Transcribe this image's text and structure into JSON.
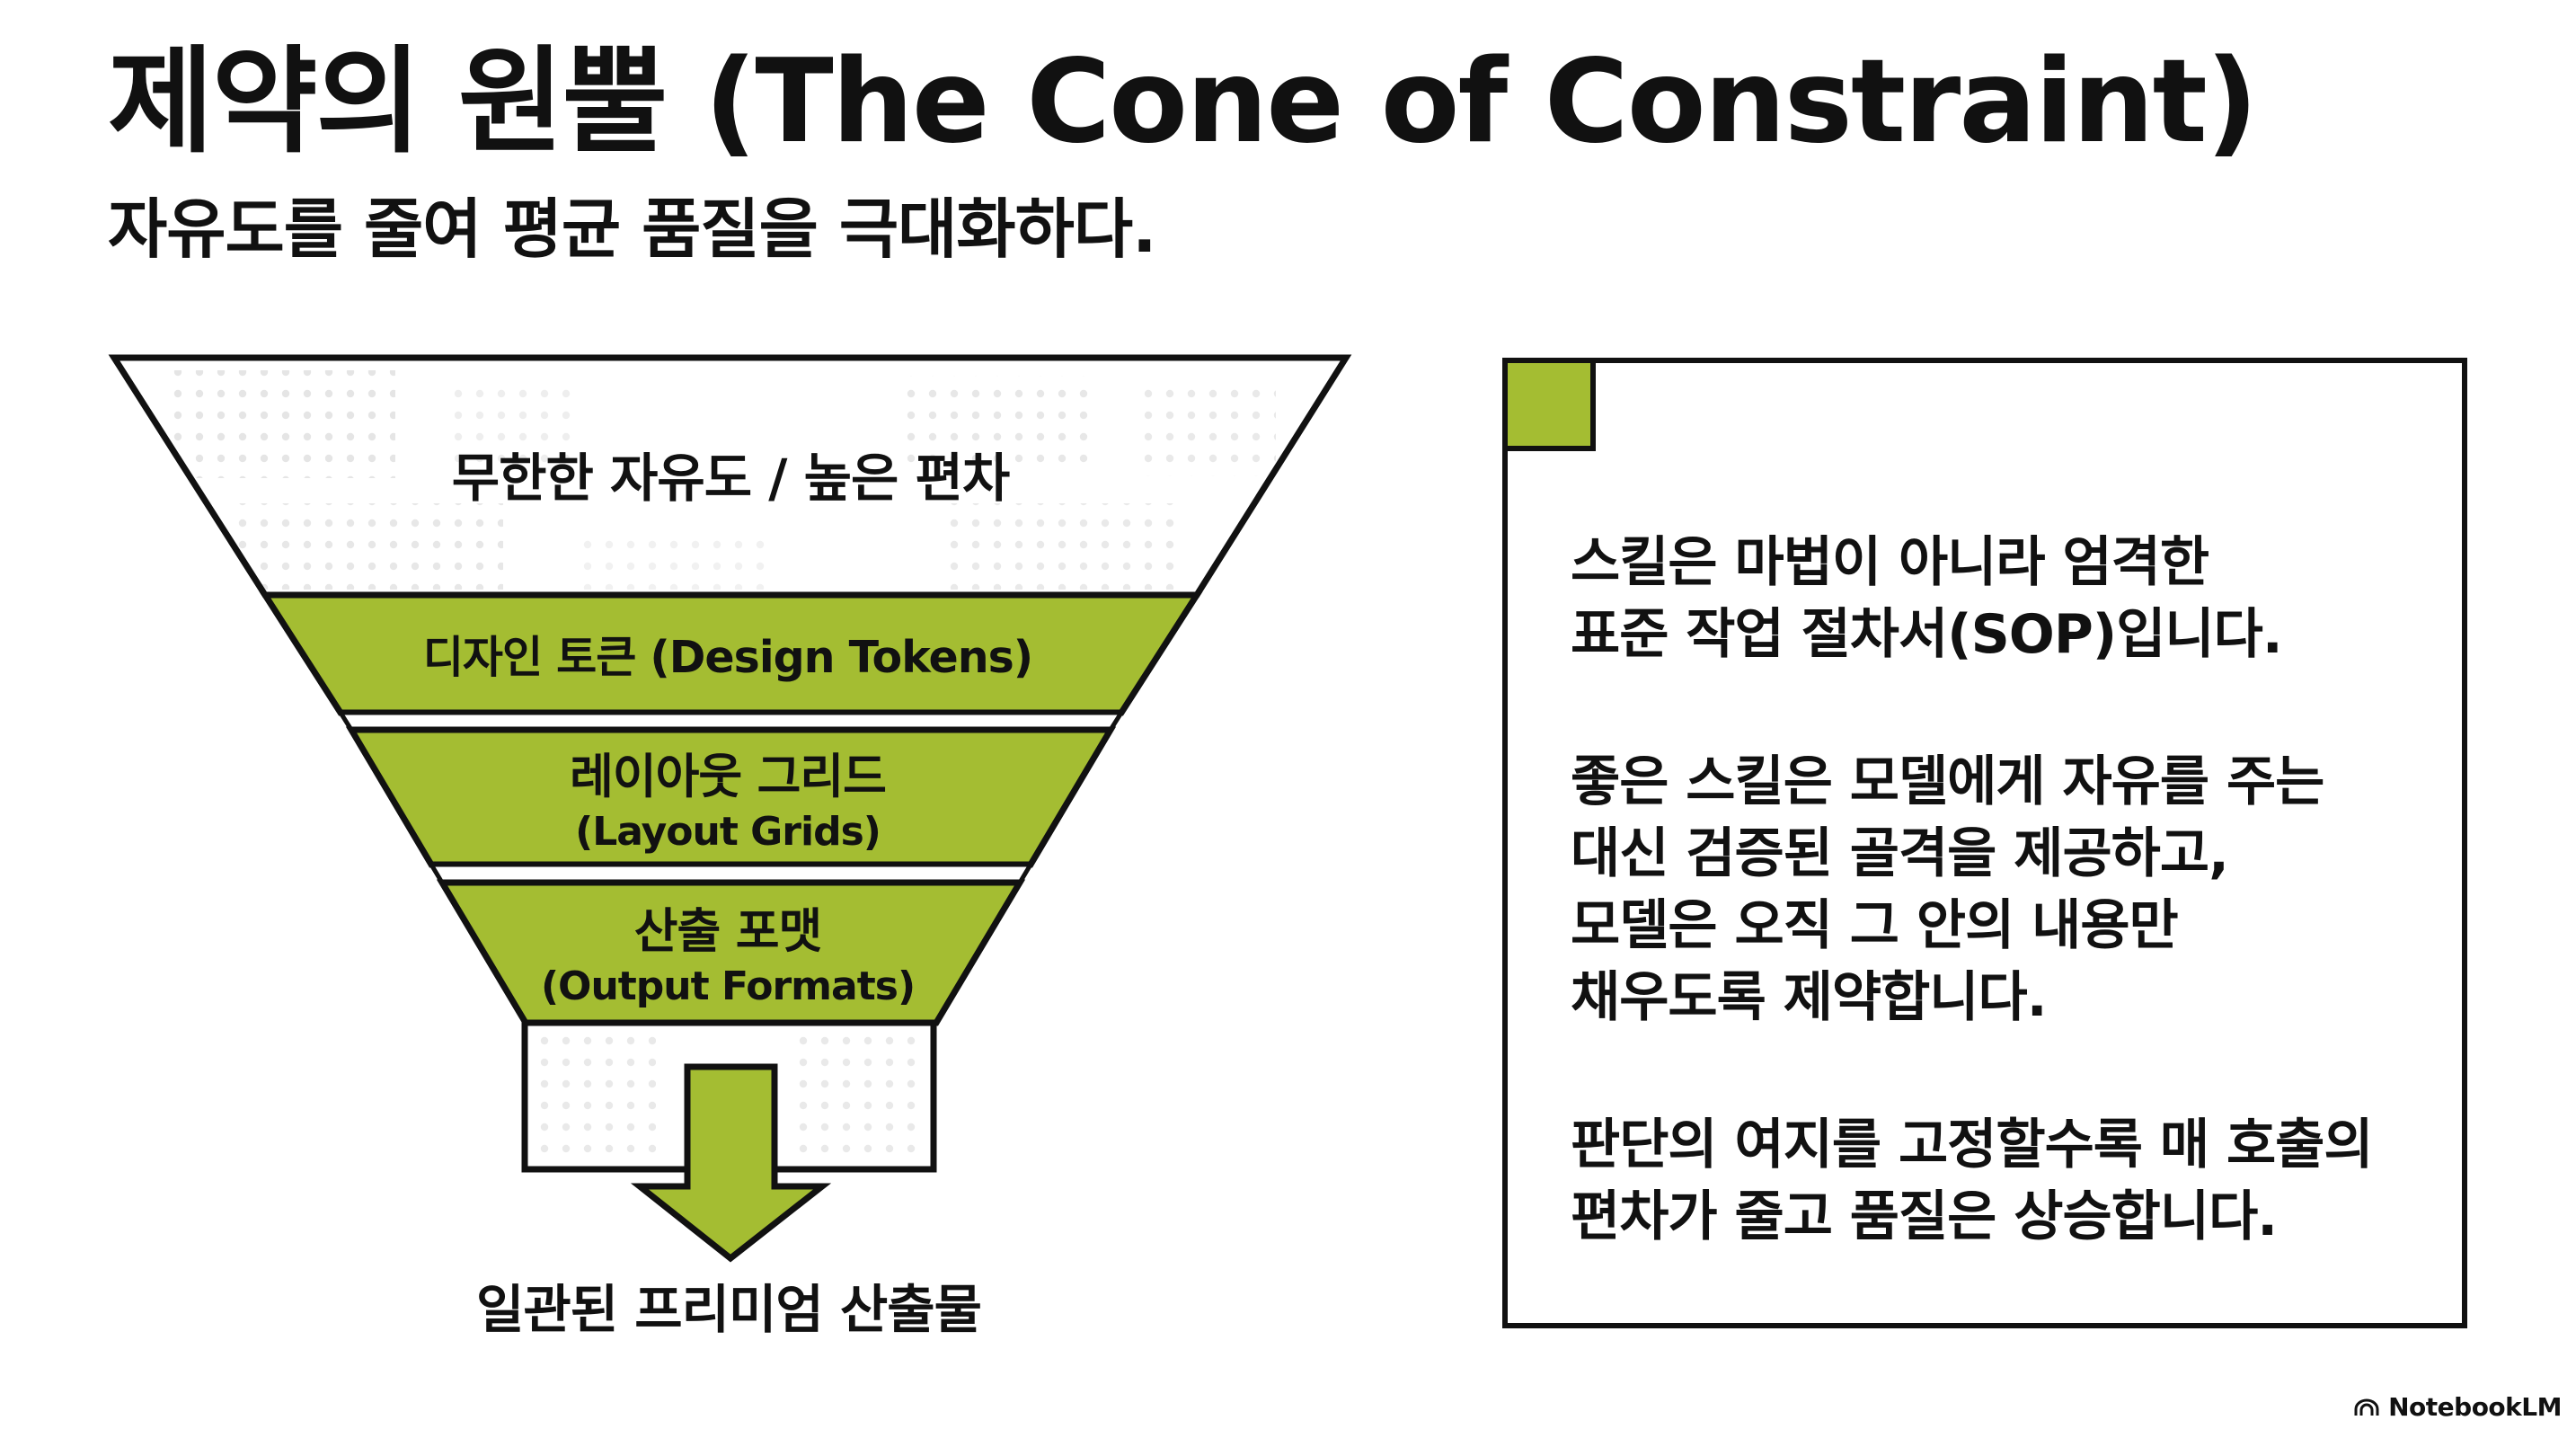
{
  "title": "제약의 원뿔 (The Cone of Constraint)",
  "subtitle": "자유도를 줄여 평균 품질을 극대화하다.",
  "colors": {
    "accent": "#a4bd32",
    "ink": "#111111",
    "dots": "#cfcfcf"
  },
  "funnel": {
    "top_label": "무한한 자유도 / 높은 편차",
    "layers": [
      {
        "lines": [
          "디자인 토큰 (Design Tokens)"
        ]
      },
      {
        "lines": [
          "레이아웃 그리드",
          "(Layout Grids)"
        ]
      },
      {
        "lines": [
          "산출 포맷",
          "(Output Formats)"
        ]
      }
    ],
    "output_label": "일관된 프리미엄 산출물"
  },
  "info": {
    "paragraphs": [
      [
        "스킬은 마법이 아니라 엄격한",
        "표준 작업 절차서(SOP)입니다."
      ],
      [
        "좋은 스킬은 모델에게 자유를 주는",
        "대신 검증된 골격을 제공하고,",
        "모델은 오직 그 안의 내용만",
        "채우도록 제약합니다."
      ],
      [
        "판단의 여지를 고정할수록 매 호출의",
        "편차가 줄고 품질은 상승합니다."
      ]
    ]
  },
  "brand": "NotebookLM"
}
